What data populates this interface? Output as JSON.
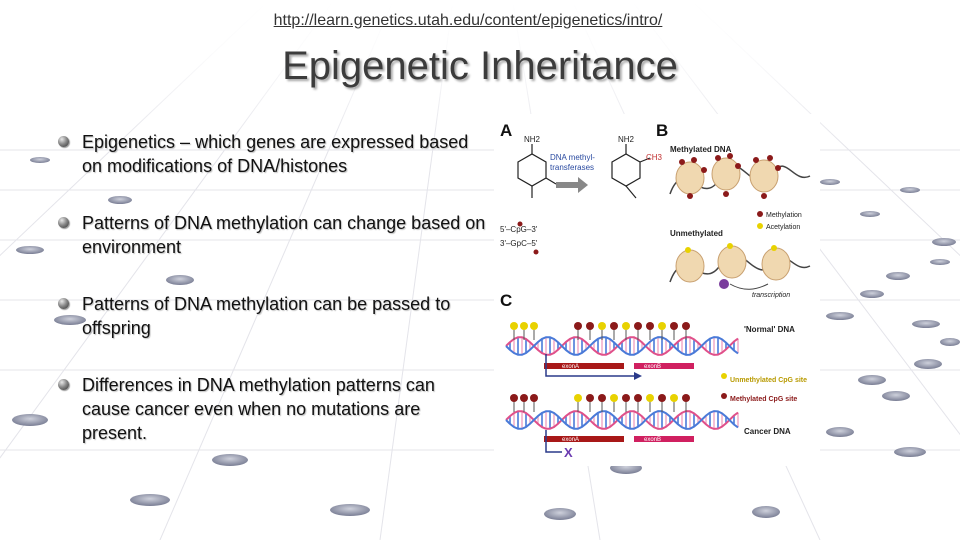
{
  "slide": {
    "url": "http://learn.genetics.utah.edu/content/epigenetics/intro/",
    "title": "Epigenetic Inheritance",
    "bullets": [
      "Epigenetics – which genes are expressed based on modifications of DNA/histones",
      "Patterns of DNA methylation can change based on environment",
      "Patterns of DNA methylation can be passed to offspring",
      "Differences in DNA methylation patterns can cause cancer even when no mutations are present."
    ]
  },
  "figure": {
    "panel_a": {
      "label": "A",
      "arrow_label_1": "DNA methyl-",
      "arrow_label_2": "transferases",
      "nh2": "NH2",
      "ch3": "CH3",
      "strand_top": "5'–CpG–3'",
      "strand_bottom": "3'–GpC–5'"
    },
    "panel_b": {
      "label": "B",
      "methylated": "Methylated DNA",
      "unmethylated": "Unmethylated",
      "legend_methylation": "Methylation",
      "legend_acetylation": "Acetylation",
      "transcription": "transcription"
    },
    "panel_c": {
      "label": "C",
      "normal": "'Normal' DNA",
      "cancer": "Cancer DNA",
      "unmethylated_site": "Unmethylated CpG site",
      "methylated_site": "Methylated CpG site",
      "exon_a": "exonA",
      "exon_b": "exonB",
      "block": "X"
    },
    "colors": {
      "methyl": "#8b1a1a",
      "unmethyl": "#e8d200",
      "dna_pink": "#e0508a",
      "dna_blue": "#4a7ad8",
      "bar_a": "#a81818",
      "bar_b": "#d02060"
    }
  }
}
